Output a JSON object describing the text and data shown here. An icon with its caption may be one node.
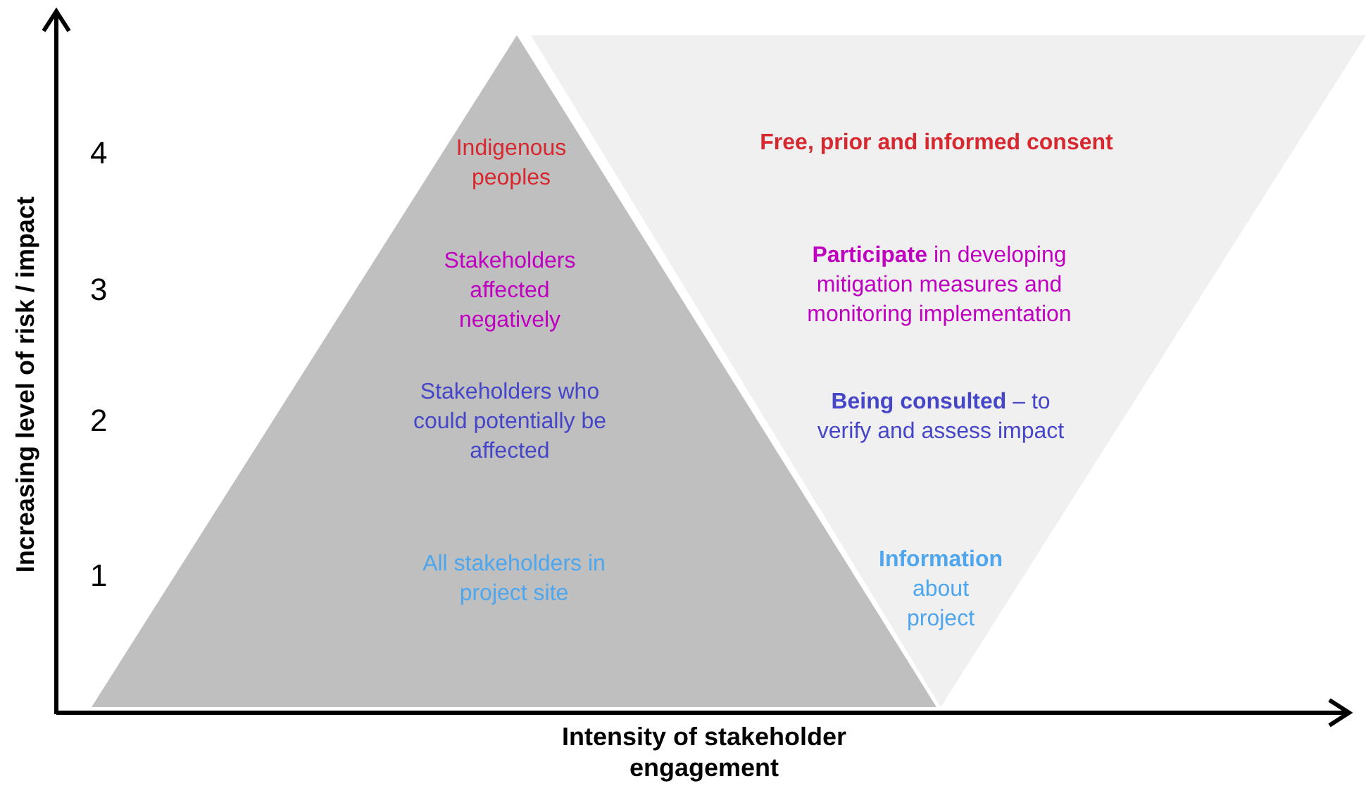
{
  "diagram": {
    "nodes": [
      {
        "text": [
          "Indigenous peoples",
          "Stakeholders affected negatively",
          "Stakeholders who could potentially be affected",
          "All stakeholders in project site"
        ]
      },
      {
        "text": [
          "Free, prior and informed consent",
          "**Participate** in developing mitigation measures and monitoring implementation",
          "**Being consulted** – to verify and assess impact",
          "**Information** about project"
        ]
      }
    ],
    "labels": [
      "Increasing level of risk / impact",
      "4",
      "3",
      "2",
      "1",
      "Intensity of stakeholder engagement"
    ]
  }
}
